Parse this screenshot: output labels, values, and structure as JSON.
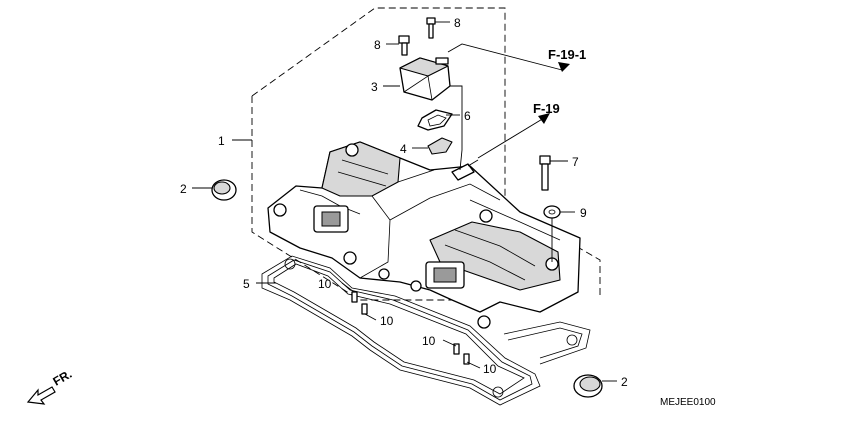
{
  "callouts": {
    "c1": "1",
    "c2a": "2",
    "c2b": "2",
    "c3": "3",
    "c4": "4",
    "c5": "5",
    "c6": "6",
    "c7": "7",
    "c8a": "8",
    "c8b": "8",
    "c9": "9",
    "c10a": "10",
    "c10b": "10",
    "c10c": "10",
    "c10d": "10"
  },
  "references": {
    "f19_1": "F-19-1",
    "f19": "F-19"
  },
  "direction_label": "FR.",
  "diagram_code": "MEJEE0100"
}
